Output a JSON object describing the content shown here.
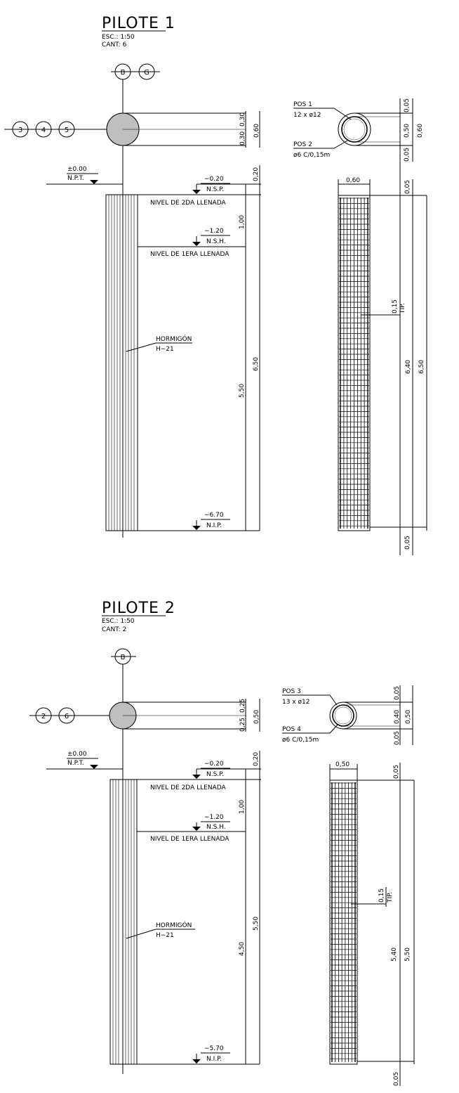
{
  "piles": [
    {
      "title": "PILOTE  1",
      "scale": "ESC.: 1:50",
      "qty": "CANT: 6",
      "grid_top": [
        "B",
        "G"
      ],
      "grid_left": [
        "3",
        "4",
        "5"
      ],
      "plan_dims": [
        "0,30",
        "0,30",
        "0,60"
      ],
      "npt_value": "±0.00",
      "npt_label": "N.P.T.",
      "nsp_value": "−0.20",
      "nsp_label": "N.S.P.",
      "nsh_value": "−1.20",
      "nsh_label": "N.S.H.",
      "nip_value": "−6.70",
      "nip_label": "N.I.P.",
      "fill2": "NIVEL  DE  2DA  LLENADA",
      "fill1": "NIVEL  DE  1ERA  LLENADA",
      "concrete_1": "HORMIGÓN",
      "concrete_2": "H−21",
      "elev_dims": [
        "0,20",
        "1,00",
        "5,50",
        "6,50"
      ],
      "pos_a": "POS  1",
      "pos_a_desc": "12  x  ø12",
      "pos_b": "POS  2",
      "pos_b_desc": "ø6  C/0,15m",
      "section_dims": [
        "0,05",
        "0,50",
        "0,05",
        "0,60"
      ],
      "cage_width": "0,60",
      "cage_dims": [
        "0,05",
        "0,15",
        "TIP.",
        "6,40",
        "6,50",
        "0,05"
      ]
    },
    {
      "title": "PILOTE  2",
      "scale": "ESC.: 1:50",
      "qty": "CANT: 2",
      "grid_top": [
        "B"
      ],
      "grid_left": [
        "2",
        "6"
      ],
      "plan_dims": [
        "0,25",
        "0,25",
        "0,50"
      ],
      "npt_value": "±0.00",
      "npt_label": "N.P.T.",
      "nsp_value": "−0.20",
      "nsp_label": "N.S.P.",
      "nsh_value": "−1.20",
      "nsh_label": "N.S.H.",
      "nip_value": "−5.70",
      "nip_label": "N.I.P.",
      "fill2": "NIVEL  DE  2DA  LLENADA",
      "fill1": "NIVEL  DE  1ERA  LLENADA",
      "concrete_1": "HORMIGÓN",
      "concrete_2": "H−21",
      "elev_dims": [
        "0,20",
        "1,00",
        "4,50",
        "5,50"
      ],
      "pos_a": "POS  3",
      "pos_a_desc": "13  x  ø12",
      "pos_b": "POS  4",
      "pos_b_desc": "ø6  C/0,15m",
      "section_dims": [
        "0,05",
        "0,40",
        "0,05",
        "0,50"
      ],
      "cage_width": "0,50",
      "cage_dims": [
        "0,05",
        "0,15",
        "TIP.",
        "5,40",
        "5,50",
        "0,05"
      ]
    }
  ]
}
